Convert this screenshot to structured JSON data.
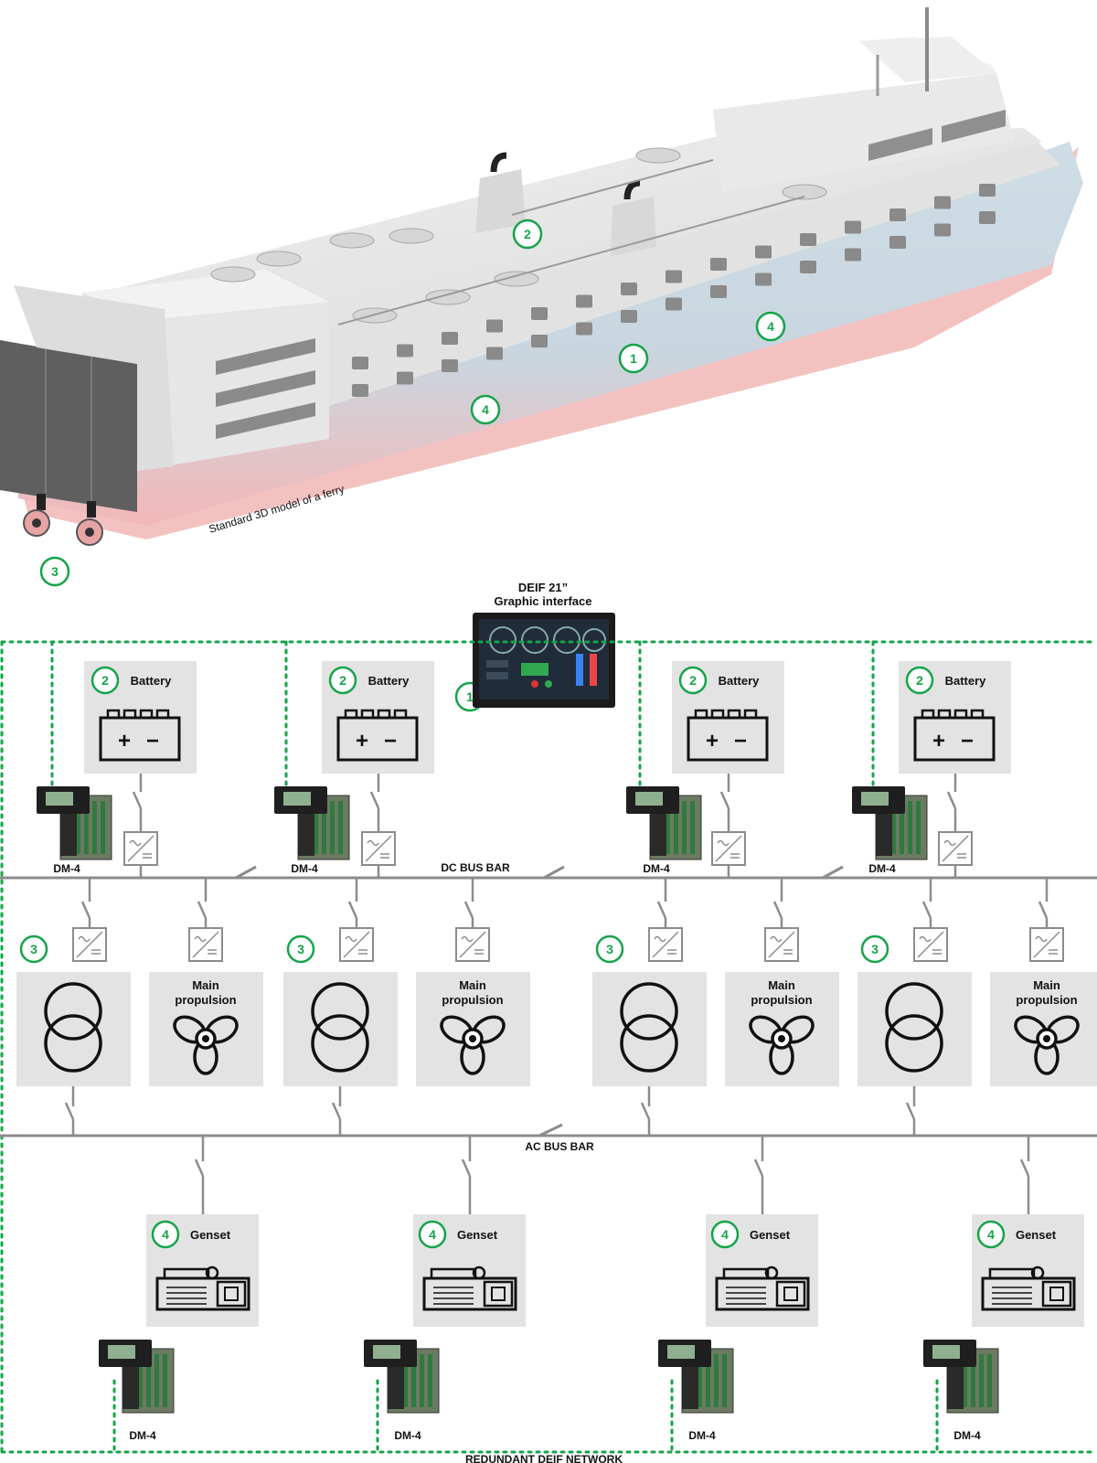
{
  "caption": "Standard 3D model of a ferry",
  "screen": {
    "title_line1": "DEIF 21”",
    "title_line2": "Graphic interface"
  },
  "labels": {
    "battery": "Battery",
    "genset": "Genset",
    "dm4": "DM-4",
    "main_line1": "Main",
    "main_line2": "propulsion",
    "dc_bus": "DC BUS BAR",
    "ac_bus": "AC BUS BAR",
    "network": "REDUNDANT DEIF NETWORK"
  },
  "markers": [
    "1",
    "2",
    "3",
    "4"
  ],
  "colors": {
    "accent": "#16a34a",
    "panel": "#e3e3e3",
    "line": "#8c8c8c",
    "symbol": "#111111"
  }
}
